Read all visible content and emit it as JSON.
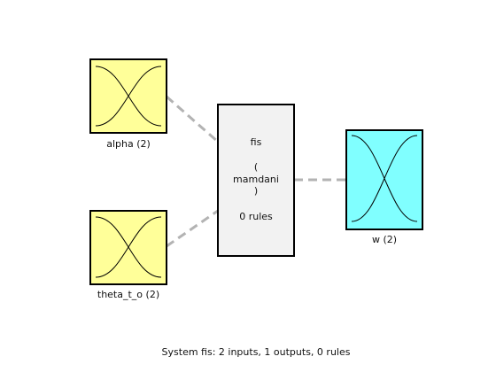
{
  "inputs": [
    {
      "label": "alpha (2)",
      "color": "#ffff99"
    },
    {
      "label": "theta_t_o (2)",
      "color": "#ffff99"
    }
  ],
  "system": {
    "name": "fis",
    "paren_open": "(",
    "type": "mamdani",
    "paren_close": ")",
    "rules": "0 rules",
    "color": "#f2f2f2"
  },
  "outputs": [
    {
      "label": "w (2)",
      "color": "#80ffff"
    }
  ],
  "footer": "System fis: 2 inputs, 1 outputs, 0 rules",
  "colors": {
    "border": "#000000",
    "connector": "#b3b3b3"
  }
}
